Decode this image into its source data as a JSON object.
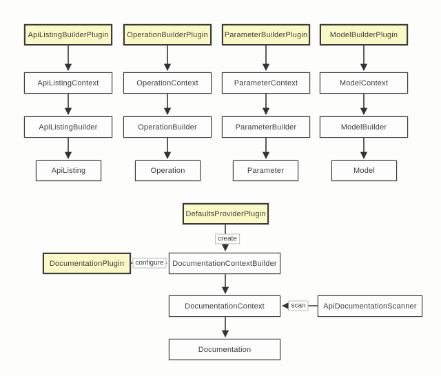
{
  "diagram": {
    "builder_chains": {
      "columns": [
        {
          "plugin": "ApiListingBuilderPlugin",
          "context": "ApiListingContext",
          "builder": "ApiListingBuilder",
          "product": "ApiListing"
        },
        {
          "plugin": "OperationBuilderPlugin",
          "context": "OperationContext",
          "builder": "OperationBuilder",
          "product": "Operation"
        },
        {
          "plugin": "ParameterBuilderPlugin",
          "context": "ParameterContext",
          "builder": "ParameterBuilder",
          "product": "Parameter"
        },
        {
          "plugin": "ModelBuilderPlugin",
          "context": "ModelContext",
          "builder": "ModelBuilder",
          "product": "Model"
        }
      ]
    },
    "documentation_flow": {
      "defaults_provider_plugin": "DefaultsProviderPlugin",
      "documentation_plugin": "DocumentationPlugin",
      "documentation_context_builder": "DocumentationContextBuilder",
      "documentation_context": "DocumentationContext",
      "api_documentation_scanner": "ApiDocumentationScanner",
      "documentation": "Documentation",
      "edge_labels": {
        "create": "create",
        "configure": "configure",
        "scan": "scan"
      }
    },
    "colors": {
      "plugin_fill": "#fafac6",
      "node_fill": "#fdfdfd",
      "node_border": "#3b3b3b",
      "arrow": "#333333",
      "text": "#3c3c3c",
      "edge_label_border": "#bbbbbb",
      "background": "#fdfdfc"
    }
  }
}
